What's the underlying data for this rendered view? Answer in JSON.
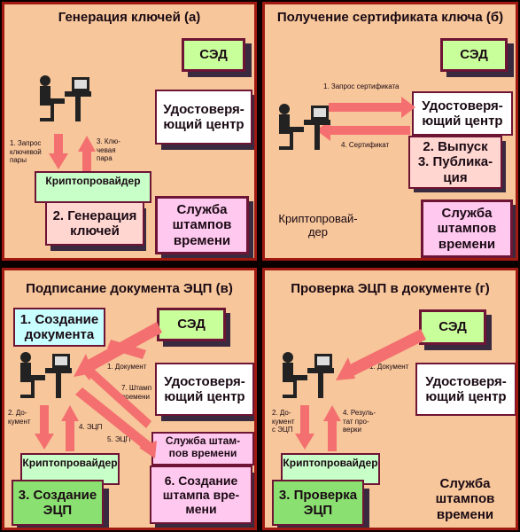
{
  "panel_a": {
    "title": "Генерация ключей (а)",
    "sed": "СЭД",
    "uc": "Удостоверя-\nющий центр",
    "tss": "Служба\nштампов\nвремени",
    "crypto": "Криптопровайдер",
    "step": "2. Генерация\nключей",
    "label_request": "1. Запрос\nключевой\nпары",
    "label_keypair": "3. Клю-\nчевая\nпара"
  },
  "panel_b": {
    "title": "Получение сертификата ключа (б)",
    "sed": "СЭД",
    "uc": "Удостоверя-\nющий центр",
    "step": "2. Выпуск\n3. Публика-\nция",
    "crypto": "Криптопровай-\nдер",
    "tss": "Служба\nштампов\nвремени",
    "label_request": "1. Запрос сертификата",
    "label_cert": "4. Сертификат"
  },
  "panel_c": {
    "title": "Подписание документа ЭЦП (в)",
    "step1": "1. Создание\nдокумента",
    "sed": "СЭД",
    "uc": "Удостоверя-\nющий центр",
    "tss": "Служба штам-\nпов времени",
    "crypto": "Криптопровайдер",
    "step3": "3. Создание\nЭЦП",
    "step6": "6. Создание\nштампа вре-\nмени",
    "label_doc1": "1. Документ",
    "label_stamp": "7. Штамп\nвремени",
    "label_doc2": "2. До-\nкумент",
    "label_ecp4": "4. ЭЦП",
    "label_ecp5": "5. ЭЦП"
  },
  "panel_d": {
    "title": "Проверка ЭЦП в документе (г)",
    "sed": "СЭД",
    "uc": "Удостоверя-\nющий центр",
    "crypto": "Криптопровайдер",
    "step": "3. Проверка\nЭЦП",
    "tss": "Служба\nштампов\nвремени",
    "label_doc1": "1. Документ",
    "label_doc2": "2. До-\nкумент\nс ЭЦП",
    "label_result": "4. Резуль-\nтат про-\nверки"
  }
}
